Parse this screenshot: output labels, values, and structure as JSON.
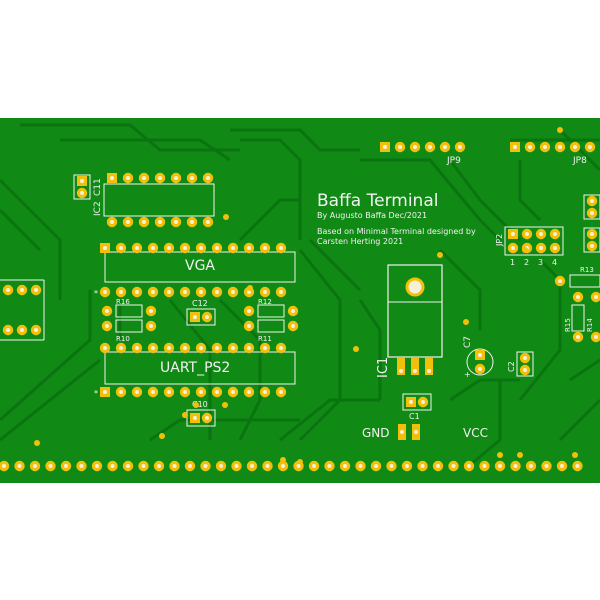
{
  "board": {
    "pcb_color": "#108a14",
    "trace_color": "#0a7410",
    "pad_color": "#f2c00a",
    "silk_color": "#f2f2f2",
    "title": "Baffa Terminal",
    "author_line": "By Augusto Baffa Dec/2021",
    "based_on_line1": "Based on Minimal Terminal designed by",
    "based_on_line2": "Carsten Herting 2021"
  },
  "labels": {
    "vga": "VGA",
    "uart_ps2": "UART_PS2",
    "gnd": "GND",
    "vcc": "VCC",
    "jp9": "JP9",
    "jp8": "JP8",
    "jp2": "JP2",
    "ic1": "IC1",
    "ic2": "IC2",
    "c1": "C1",
    "c2": "C2",
    "c7": "C7",
    "c10": "C10",
    "c11": "C11",
    "c12": "C12",
    "r10": "R10",
    "r11": "R11",
    "r12": "R12",
    "r13": "R13",
    "r14": "R14",
    "r15": "R15",
    "r16": "R16",
    "jp2_pins": [
      "1",
      "2",
      "3",
      "4"
    ]
  }
}
